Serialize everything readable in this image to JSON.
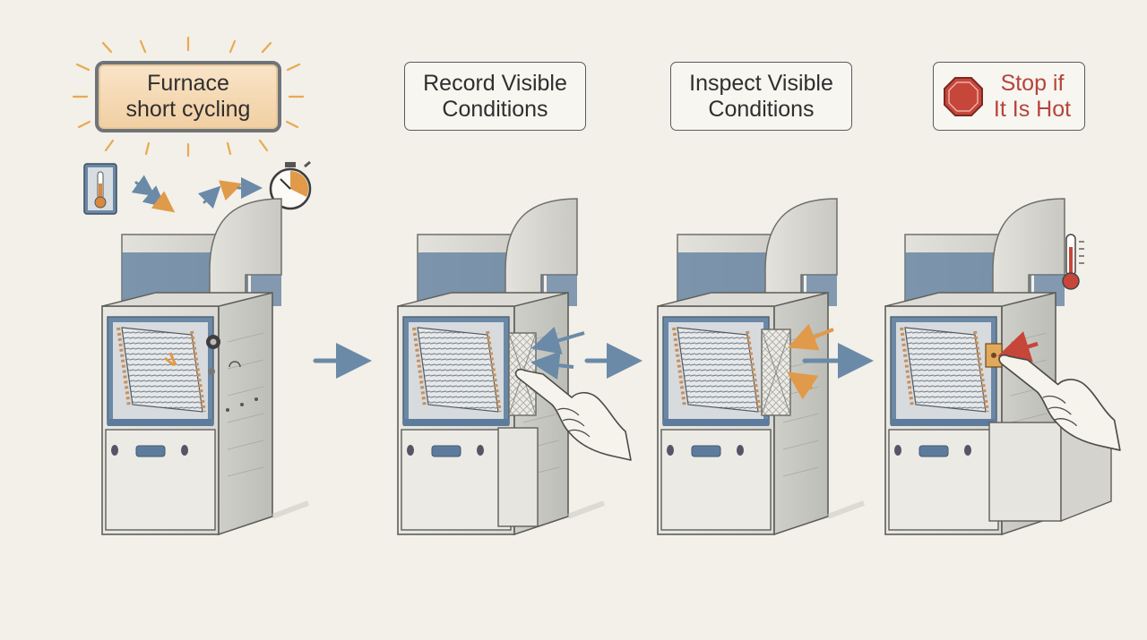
{
  "steps": [
    {
      "line1": "Furnace",
      "line2": "short cycling"
    },
    {
      "line1": "Record Visible",
      "line2": "Conditions"
    },
    {
      "line1": "Inspect Visible",
      "line2": "Conditions"
    },
    {
      "line1": "Stop if",
      "line2": "It Is Hot"
    }
  ],
  "colors": {
    "background": "#f2f0e8",
    "duct_blue": "#5d7c9d",
    "arrow_blue": "#6a8aa8",
    "warning_orange": "#e09a4a",
    "stop_red": "#c7463a",
    "highlight": "#f1cfa2"
  },
  "icons": [
    "sun-glow-icon",
    "thermometer-icon",
    "stopwatch-icon",
    "stop-sign-icon",
    "pointing-hand-icon"
  ]
}
